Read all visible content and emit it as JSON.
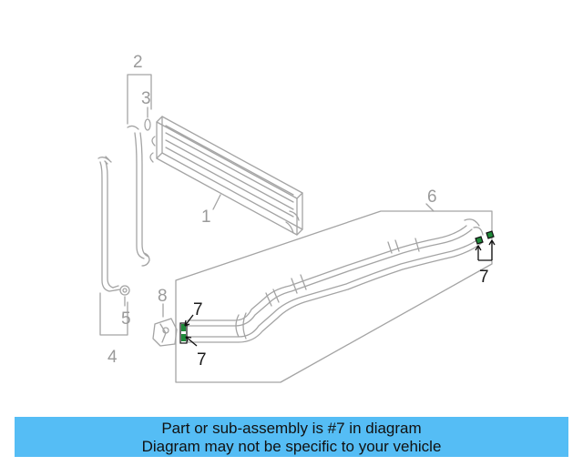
{
  "callouts": {
    "c1": "1",
    "c2": "2",
    "c3": "3",
    "c4": "4",
    "c5": "5",
    "c6": "6",
    "c7a": "7",
    "c7b": "7",
    "c7c": "7",
    "c8": "8"
  },
  "banner": {
    "line1": "Part or sub-assembly is #7 in diagram",
    "line2": "Diagram may not be specific to your vehicle",
    "color": "#55bdf5"
  },
  "colors": {
    "line_grey": "#a0a0a0",
    "highlight_dark": "#111111",
    "highlight_green": "#1f8a3a"
  }
}
